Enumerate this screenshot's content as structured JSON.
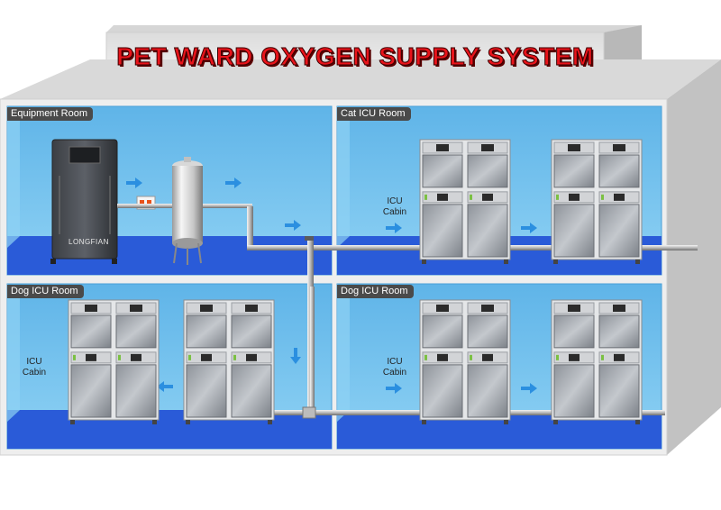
{
  "title": "PET WARD OXYGEN SUPPLY SYSTEM",
  "rooms": {
    "equipment": "Equipment Room",
    "cat_icu": "Cat ICU Room",
    "dog_icu_left": "Dog ICU Room",
    "dog_icu_right": "Dog ICU Room"
  },
  "cabin_label": {
    "line1": "ICU",
    "line2": "Cabin"
  },
  "generator_brand": "LONGFIAN",
  "colors": {
    "room_wall": "#6ec0ec",
    "room_floor": "#2a5bd8",
    "arrow": "#2b8fe0",
    "title": "#e8141b",
    "label_bg": "#4a4a4a"
  }
}
